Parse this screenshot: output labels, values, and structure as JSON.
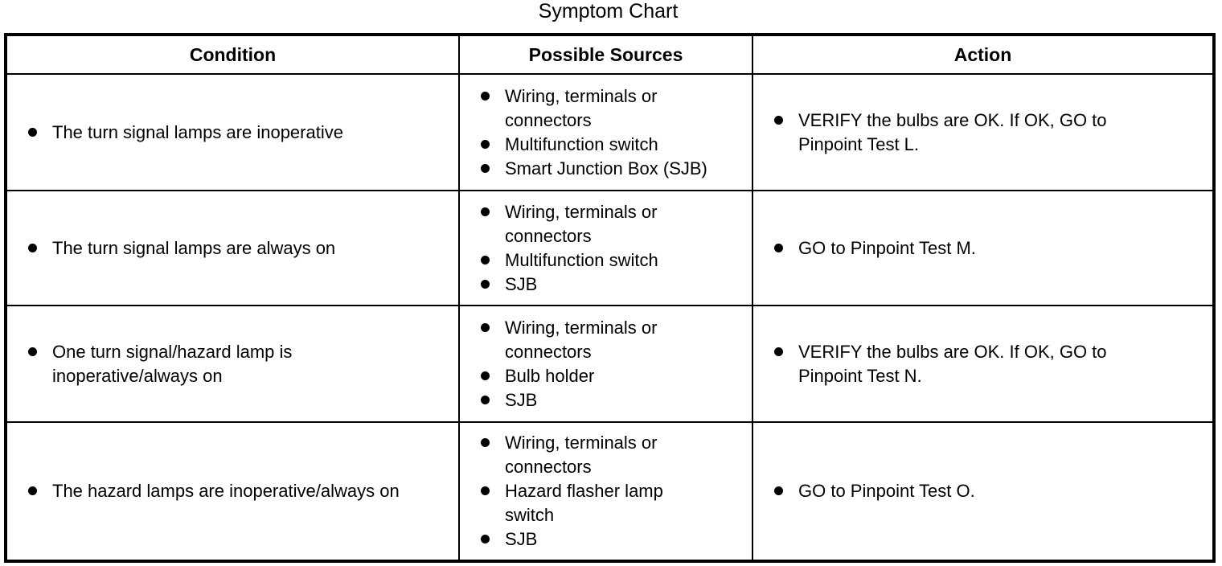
{
  "title": "Symptom Chart",
  "table": {
    "headers": [
      "Condition",
      "Possible Sources",
      "Action"
    ],
    "rows": [
      {
        "condition": [
          "The turn signal lamps are inoperative"
        ],
        "sources": [
          "Wiring, terminals or\nconnectors",
          "Multifunction switch",
          "Smart Junction Box (SJB)"
        ],
        "action": [
          "VERIFY the bulbs are OK. If OK, GO to\nPinpoint Test L."
        ]
      },
      {
        "condition": [
          "The turn signal lamps are always on"
        ],
        "sources": [
          "Wiring, terminals or\nconnectors",
          "Multifunction switch",
          "SJB"
        ],
        "action": [
          "GO to Pinpoint Test M."
        ]
      },
      {
        "condition": [
          "One turn signal/hazard lamp is\ninoperative/always on"
        ],
        "sources": [
          "Wiring, terminals or\nconnectors",
          "Bulb holder",
          "SJB"
        ],
        "action": [
          "VERIFY the bulbs are OK. If OK, GO to\nPinpoint Test N."
        ]
      },
      {
        "condition": [
          "The hazard lamps are inoperative/always on"
        ],
        "sources": [
          "Wiring, terminals or\nconnectors",
          "Hazard flasher lamp\nswitch",
          "SJB"
        ],
        "action": [
          "GO to Pinpoint Test O."
        ]
      }
    ]
  }
}
